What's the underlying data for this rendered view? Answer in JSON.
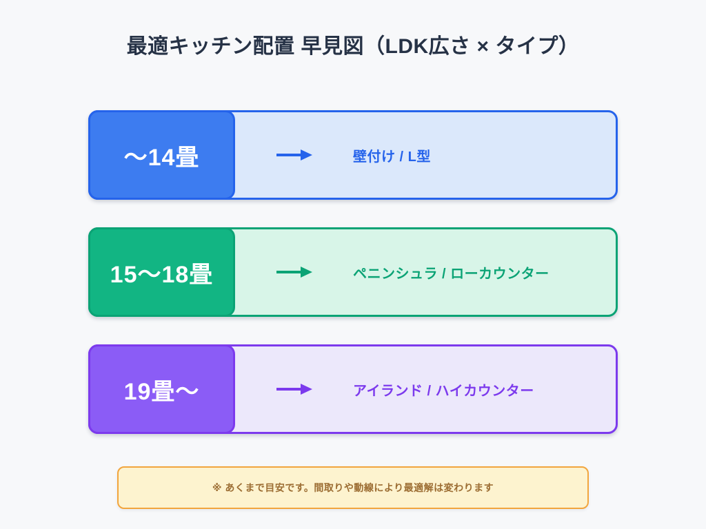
{
  "page": {
    "background": "#f7f8fa",
    "title_color": "#263246"
  },
  "title": "最適キッチン配置 早見図（LDK広さ × タイプ）",
  "rows": [
    {
      "size_label": "〜14畳",
      "type_label": "壁付け / L型",
      "arrow_icon": "right-arrow",
      "colors": {
        "accent": "#2563eb",
        "badge": "#3d7cf0",
        "fill": "#dbe8fb"
      }
    },
    {
      "size_label": "15〜18畳",
      "type_label": "ペニンシュラ / ローカウンター",
      "arrow_icon": "right-arrow",
      "colors": {
        "accent": "#0ba375",
        "badge": "#12b583",
        "fill": "#d8f5e8"
      }
    },
    {
      "size_label": "19畳〜",
      "type_label": "アイランド / ハイカウンター",
      "arrow_icon": "right-arrow",
      "colors": {
        "accent": "#7c3aed",
        "badge": "#8b5cf6",
        "fill": "#ece8fb"
      }
    }
  ],
  "note": {
    "text": "※ あくまで目安です。間取りや動線により最適解は変わります",
    "colors": {
      "border": "#f2a53d",
      "fill": "#fdf3cf",
      "text": "#9c6d33"
    }
  }
}
